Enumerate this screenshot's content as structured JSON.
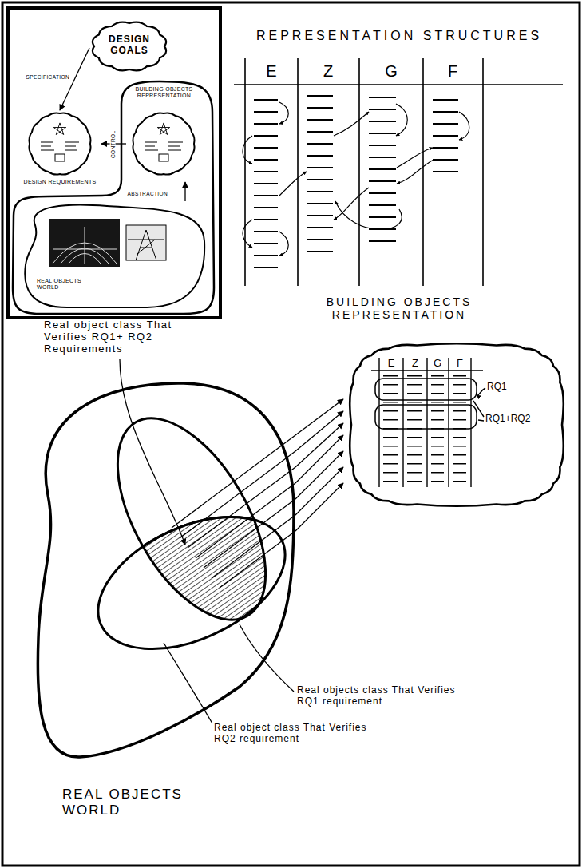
{
  "diagram": {
    "nodes": [
      {
        "text": [
          "DESIGN GOALS"
        ]
      },
      {
        "text": [
          "DESIGN REQUIREMENTS"
        ]
      },
      {
        "text": [
          "BUILDING OBJECTS REPRESENTATION"
        ]
      },
      {
        "text": [
          "REAL OBJECTS WORLD"
        ]
      },
      {
        "text": [
          "REPRESENTATION STRUCTURES",
          "E",
          "Z",
          "G",
          "F",
          "BUILDING OBJECTS REPRESENTATION"
        ]
      },
      {
        "text": [
          "E",
          "Z",
          "G",
          "F",
          "RQ1",
          "RQ1+RQ2"
        ]
      },
      {
        "text": [
          "REAL OBJECTS WORLD"
        ]
      }
    ],
    "edges": [
      {
        "from": 0,
        "to": 1,
        "arrow": "to",
        "label": "SPECIFICATION"
      },
      {
        "from": 2,
        "to": 1,
        "arrow": "to",
        "label": "CONTROL"
      },
      {
        "from": 3,
        "to": 2,
        "arrow": "to",
        "label": "ABSTRACTION"
      },
      {
        "from": 6,
        "to": 5,
        "arrow": "to"
      },
      {
        "from": 6,
        "to": 5,
        "arrow": "to"
      },
      {
        "from": 6,
        "to": 5,
        "arrow": "to"
      },
      {
        "from": 6,
        "to": 5,
        "arrow": "to"
      },
      {
        "from": 6,
        "to": 5,
        "arrow": "to"
      },
      {
        "from": 6,
        "to": 5,
        "arrow": "to"
      },
      {
        "from": 6,
        "to": 5,
        "arrow": "to"
      }
    ],
    "labels": [
      "Real object class That Verifies RQ1+ RQ2 Requirements",
      "Real objects class That Verifies RQ1 requirement",
      "Real object class That Verifies RQ2 requirement"
    ]
  }
}
